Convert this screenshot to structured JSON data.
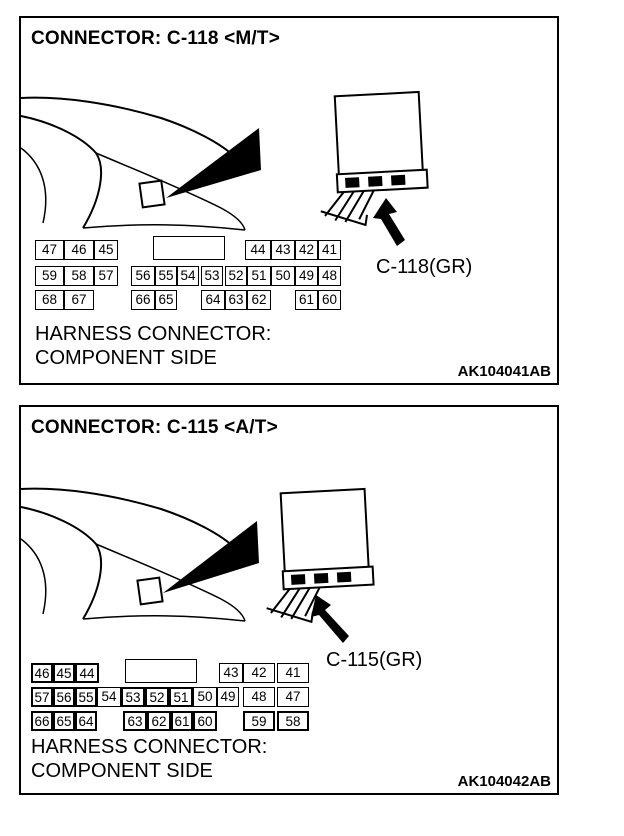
{
  "panels": [
    {
      "title": "CONNECTOR: C-118 <M/T>",
      "callout": "C-118(GR)",
      "harness_line1": "HARNESS CONNECTOR:",
      "harness_line2": "COMPONENT SIDE",
      "code": "AK104041AB",
      "pins": {
        "row1": [
          "47",
          "46",
          "45",
          "44",
          "43",
          "42",
          "41"
        ],
        "row2": [
          "59",
          "58",
          "57",
          "56",
          "55",
          "54",
          "53",
          "52",
          "51",
          "50",
          "49",
          "48"
        ],
        "row3": [
          "68",
          "67",
          "66",
          "65",
          "64",
          "63",
          "62",
          "61",
          "60"
        ]
      }
    },
    {
      "title": "CONNECTOR: C-115 <A/T>",
      "callout": "C-115(GR)",
      "harness_line1": "HARNESS CONNECTOR:",
      "harness_line2": "COMPONENT SIDE",
      "code": "AK104042AB",
      "pins": {
        "row1": [
          "46",
          "45",
          "44",
          "43",
          "42",
          "41"
        ],
        "row2": [
          "57",
          "56",
          "55",
          "54",
          "53",
          "52",
          "51",
          "50",
          "49",
          "48",
          "47"
        ],
        "row3": [
          "66",
          "65",
          "64",
          "63",
          "62",
          "61",
          "60",
          "59",
          "58"
        ]
      }
    }
  ]
}
